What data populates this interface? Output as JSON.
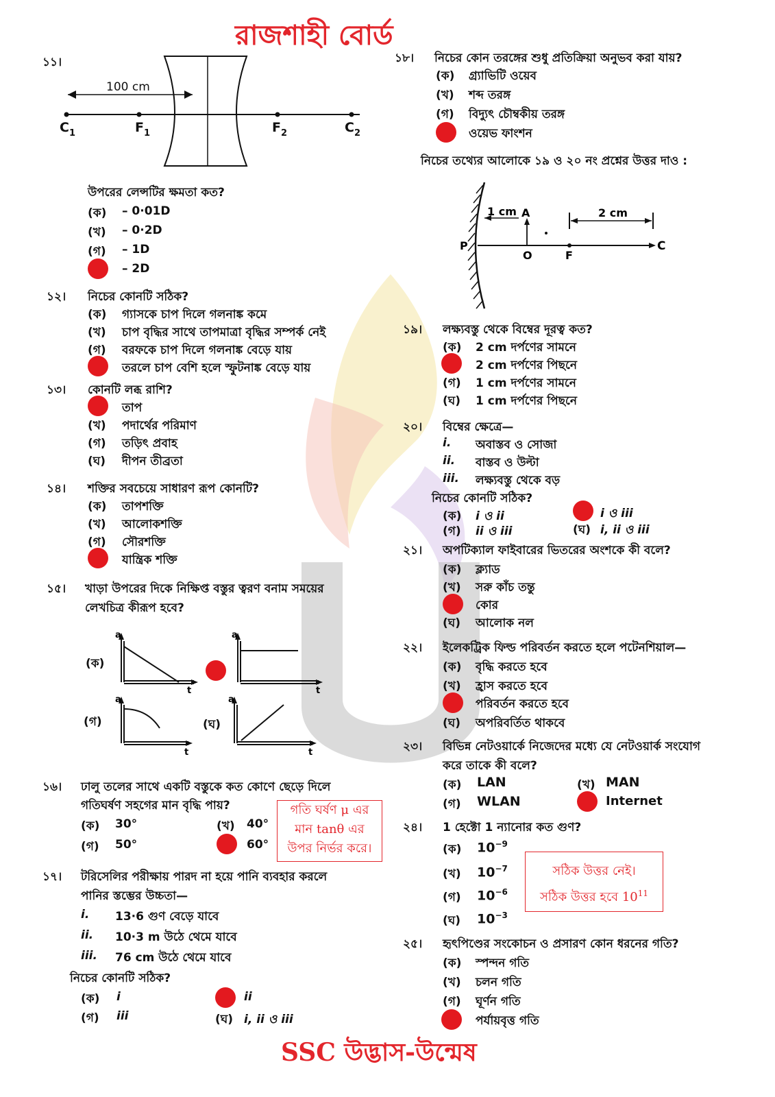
{
  "header": {
    "title": "রাজশাহী বোর্ড"
  },
  "footer": {
    "text": "SSC উদ্ভাস-উন্মেষ"
  },
  "q11": {
    "num": "১১।",
    "diagram": {
      "distance": "100 cm",
      "c1": "C",
      "c1_sub": "1",
      "f1": "F",
      "f1_sub": "1",
      "f2": "F",
      "f2_sub": "2",
      "c2": "C",
      "c2_sub": "2"
    },
    "text": "উপরের লেন্সটির ক্ষমতা কত?",
    "options": [
      {
        "label": "(ক)",
        "text": "– 0·01D"
      },
      {
        "label": "(খ)",
        "text": "– 0·2D"
      },
      {
        "label": "(গ)",
        "text": "– 1D"
      },
      {
        "label": "",
        "text": "– 2D",
        "correct": true
      }
    ]
  },
  "q12": {
    "num": "১২।",
    "text": "নিচের কোনটি সঠিক?",
    "options": [
      {
        "label": "(ক)",
        "text": "গ্যাসকে চাপ দিলে গলনাঙ্ক কমে"
      },
      {
        "label": "(খ)",
        "text": "চাপ বৃদ্ধির সাথে তাপমাত্রা বৃদ্ধির সম্পর্ক নেই"
      },
      {
        "label": "(গ)",
        "text": "বরফকে চাপ দিলে গলনাঙ্ক বেড়ে যায়"
      },
      {
        "label": "",
        "text": "তরলে চাপ বেশি হলে স্ফুটনাঙ্ক বেড়ে যায়",
        "correct": true
      }
    ]
  },
  "q13": {
    "num": "১৩।",
    "text": "কোনটি লব্ধ রাশি?",
    "options": [
      {
        "label": "",
        "text": "তাপ",
        "correct": true
      },
      {
        "label": "(খ)",
        "text": "পদার্থের পরিমাণ"
      },
      {
        "label": "(গ)",
        "text": "তড়িৎ প্রবাহ"
      },
      {
        "label": "(ঘ)",
        "text": "দীপন তীব্রতা"
      }
    ]
  },
  "q14": {
    "num": "১৪।",
    "text": "শক্তির সবচেয়ে সাধারণ রূপ কোনটি?",
    "options": [
      {
        "label": "(ক)",
        "text": "তাপশক্তি"
      },
      {
        "label": "(খ)",
        "text": "আলোকশক্তি"
      },
      {
        "label": "(গ)",
        "text": "সৌরশক্তি"
      },
      {
        "label": "",
        "text": "যান্ত্রিক শক্তি",
        "correct": true
      }
    ]
  },
  "q15": {
    "num": "১৫।",
    "text_line1": "খাড়া উপরের দিকে নিক্ষিপ্ত বস্তুর ত্বরণ বনাম সময়ের",
    "text_line2": "লেখচিত্র কীরূপ হবে?",
    "labels": {
      "ka": "(ক)",
      "ga": "(গ)",
      "gha": "(ঘ)"
    },
    "axis_a": "a",
    "axis_t": "t"
  },
  "q16": {
    "num": "১৬।",
    "text_line1": "ঢালু তলের সাথে একটি বস্তুকে কত কোণে ছেড়ে দিলে",
    "text_line2": "গতিঘর্ষণ সহগের মান বৃদ্ধি পায়?",
    "options": [
      {
        "label": "(ক)",
        "text": "30°"
      },
      {
        "label": "(খ)",
        "text": "40°"
      },
      {
        "label": "(গ)",
        "text": "50°"
      },
      {
        "label": "",
        "text": "60°",
        "correct": true
      }
    ],
    "note": [
      "গতি ঘর্ষণ μ এর",
      "মান tanθ এর",
      "উপর নির্ভর করে।"
    ]
  },
  "q17": {
    "num": "১৭।",
    "text_line1": "টরিসেলির পরীক্ষায় পারদ না হয়ে পানি ব্যবহার করলে",
    "text_line2": "পানির স্তম্ভের উচ্চতা—",
    "statements": [
      {
        "num": "i.",
        "text": "13·6 গুণ বেড়ে যাবে"
      },
      {
        "num": "ii.",
        "text": "10·3 m উঠে থেমে যাবে"
      },
      {
        "num": "iii.",
        "text": "76 cm উঠে থেমে যাবে"
      }
    ],
    "prompt": "নিচের কোনটি সঠিক?",
    "options": [
      {
        "label": "(ক)",
        "text": "i"
      },
      {
        "label": "",
        "text": "ii",
        "correct": true
      },
      {
        "label": "(গ)",
        "text": "iii"
      },
      {
        "label": "(ঘ)",
        "text": "i, ii ও iii"
      }
    ]
  },
  "q18": {
    "num": "১৮।",
    "text": "নিচের কোন তরঙ্গের শুধু প্রতিক্রিয়া অনুভব করা যায়?",
    "options": [
      {
        "label": "(ক)",
        "text": "গ্র্যাভিটি ওয়েব"
      },
      {
        "label": "(খ)",
        "text": "শব্দ তরঙ্গ"
      },
      {
        "label": "(গ)",
        "text": "বিদ্যুৎ চৌম্বকীয় তরঙ্গ"
      },
      {
        "label": "",
        "text": "ওয়েভ ফাংশন",
        "correct": true
      }
    ]
  },
  "stem19_20": {
    "text": "নিচের তথ্যের আলোকে ১৯ ও ২০ নং প্রশ্নের উত্তর দাও :",
    "diagram": {
      "d1": "1 cm",
      "A": "A",
      "d2": "2 cm",
      "P": "P",
      "O": "O",
      "F": "F",
      "C": "C"
    }
  },
  "q19": {
    "num": "১৯।",
    "text": "লক্ষ্যবস্তু থেকে বিম্বের দূরত্ব কত?",
    "options": [
      {
        "label": "(ক)",
        "text": "2 cm দর্পণের সামনে"
      },
      {
        "label": "",
        "text": "2 cm দর্পণের পিছনে",
        "correct": true
      },
      {
        "label": "(গ)",
        "text": "1 cm দর্পণের সামনে"
      },
      {
        "label": "(ঘ)",
        "text": "1 cm দর্পণের পিছনে"
      }
    ]
  },
  "q20": {
    "num": "২০।",
    "text": "বিম্বের ক্ষেত্রে—",
    "statements": [
      {
        "num": "i.",
        "text": "অবাস্তব ও সোজা"
      },
      {
        "num": "ii.",
        "text": "বাস্তব ও উল্টা"
      },
      {
        "num": "iii.",
        "text": "লক্ষ্যবস্তু থেকে বড়"
      }
    ],
    "prompt": "নিচের কোনটি সঠিক?",
    "options": [
      {
        "label": "(ক)",
        "text": "i ও ii"
      },
      {
        "label": "",
        "text": "i ও iii",
        "correct": true
      },
      {
        "label": "(গ)",
        "text": "ii ও iii"
      },
      {
        "label": "(ঘ)",
        "text": "i, ii ও iii"
      }
    ]
  },
  "q21": {
    "num": "২১।",
    "text": "অপটিক্যাল ফাইবারের ভিতরের অংশকে কী বলে?",
    "options": [
      {
        "label": "(ক)",
        "text": "ক্ল্যাড"
      },
      {
        "label": "(খ)",
        "text": "সরু কাঁচ তন্তু"
      },
      {
        "label": "",
        "text": "কোর",
        "correct": true
      },
      {
        "label": "(ঘ)",
        "text": "আলোক নল"
      }
    ]
  },
  "q22": {
    "num": "২২।",
    "text": "ইলেকট্রিক ফিল্ড পরিবর্তন করতে হলে পটেনশিয়াল—",
    "options": [
      {
        "label": "(ক)",
        "text": "বৃদ্ধি করতে হবে"
      },
      {
        "label": "(খ)",
        "text": "হ্রাস করতে হবে"
      },
      {
        "label": "",
        "text": "পরিবর্তন করতে হবে",
        "correct": true
      },
      {
        "label": "(ঘ)",
        "text": "অপরিবর্তিত থাকবে"
      }
    ]
  },
  "q23": {
    "num": "২৩।",
    "text_line1": "বিভিন্ন নেটওয়ার্কে নিজেদের মধ্যে যে নেটওয়ার্ক সংযোগ",
    "text_line2": "করে তাকে কী বলে?",
    "options": [
      {
        "label": "(ক)",
        "text": "LAN"
      },
      {
        "label": "(খ)",
        "text": "MAN"
      },
      {
        "label": "(গ)",
        "text": "WLAN"
      },
      {
        "label": "",
        "text": "Internet",
        "correct": true
      }
    ]
  },
  "q24": {
    "num": "২৪।",
    "text": "1 হেক্টো 1 ন্যানোর কত গুণ?",
    "options": [
      {
        "label": "(ক)",
        "base": "10",
        "exp": "−9"
      },
      {
        "label": "(খ)",
        "base": "10",
        "exp": "−7"
      },
      {
        "label": "(গ)",
        "base": "10",
        "exp": "−6"
      },
      {
        "label": "(ঘ)",
        "base": "10",
        "exp": "−3"
      }
    ],
    "note_line1": "সঠিক উত্তর নেই।",
    "note_line2": "সঠিক উত্তর হবে 10",
    "note_exp": "11"
  },
  "q25": {
    "num": "২৫।",
    "text": "হৃৎপিণ্ডের সংকোচন ও প্রসারণ কোন ধরনের গতি?",
    "options": [
      {
        "label": "(ক)",
        "text": "স্পন্দন গতি"
      },
      {
        "label": "(খ)",
        "text": "চলন গতি"
      },
      {
        "label": "(গ)",
        "text": "ঘূর্ণন গতি"
      },
      {
        "label": "",
        "text": "পর্যায়বৃত্ত গতি",
        "correct": true
      }
    ]
  },
  "colors": {
    "accent": "#e3262c",
    "text": "#111111"
  }
}
